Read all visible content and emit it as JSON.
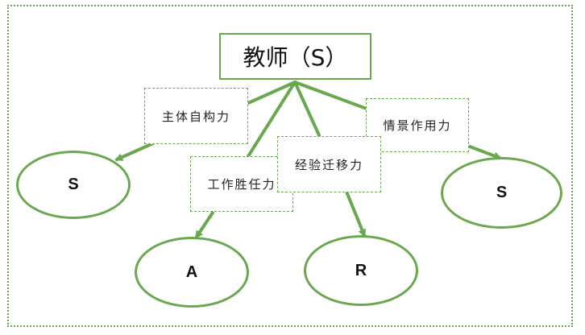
{
  "diagram": {
    "root": {
      "label": "教师（S）"
    },
    "edges": [
      {
        "label": "主体自构力",
        "target": "S"
      },
      {
        "label": "工作胜任力",
        "target": "A"
      },
      {
        "label": "经验迁移力",
        "target": "R"
      },
      {
        "label": "情景作用力",
        "target": "S"
      }
    ],
    "nodes": [
      "S",
      "A",
      "R",
      "S"
    ],
    "colors": {
      "accent": "#6aa84f"
    }
  }
}
